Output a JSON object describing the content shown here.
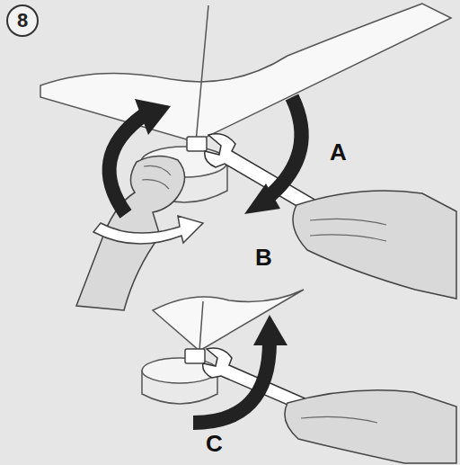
{
  "diagram": {
    "nodes": [
      {
        "text": [
          "8"
        ]
      }
    ],
    "labels": [
      "A",
      "B",
      "C"
    ]
  }
}
